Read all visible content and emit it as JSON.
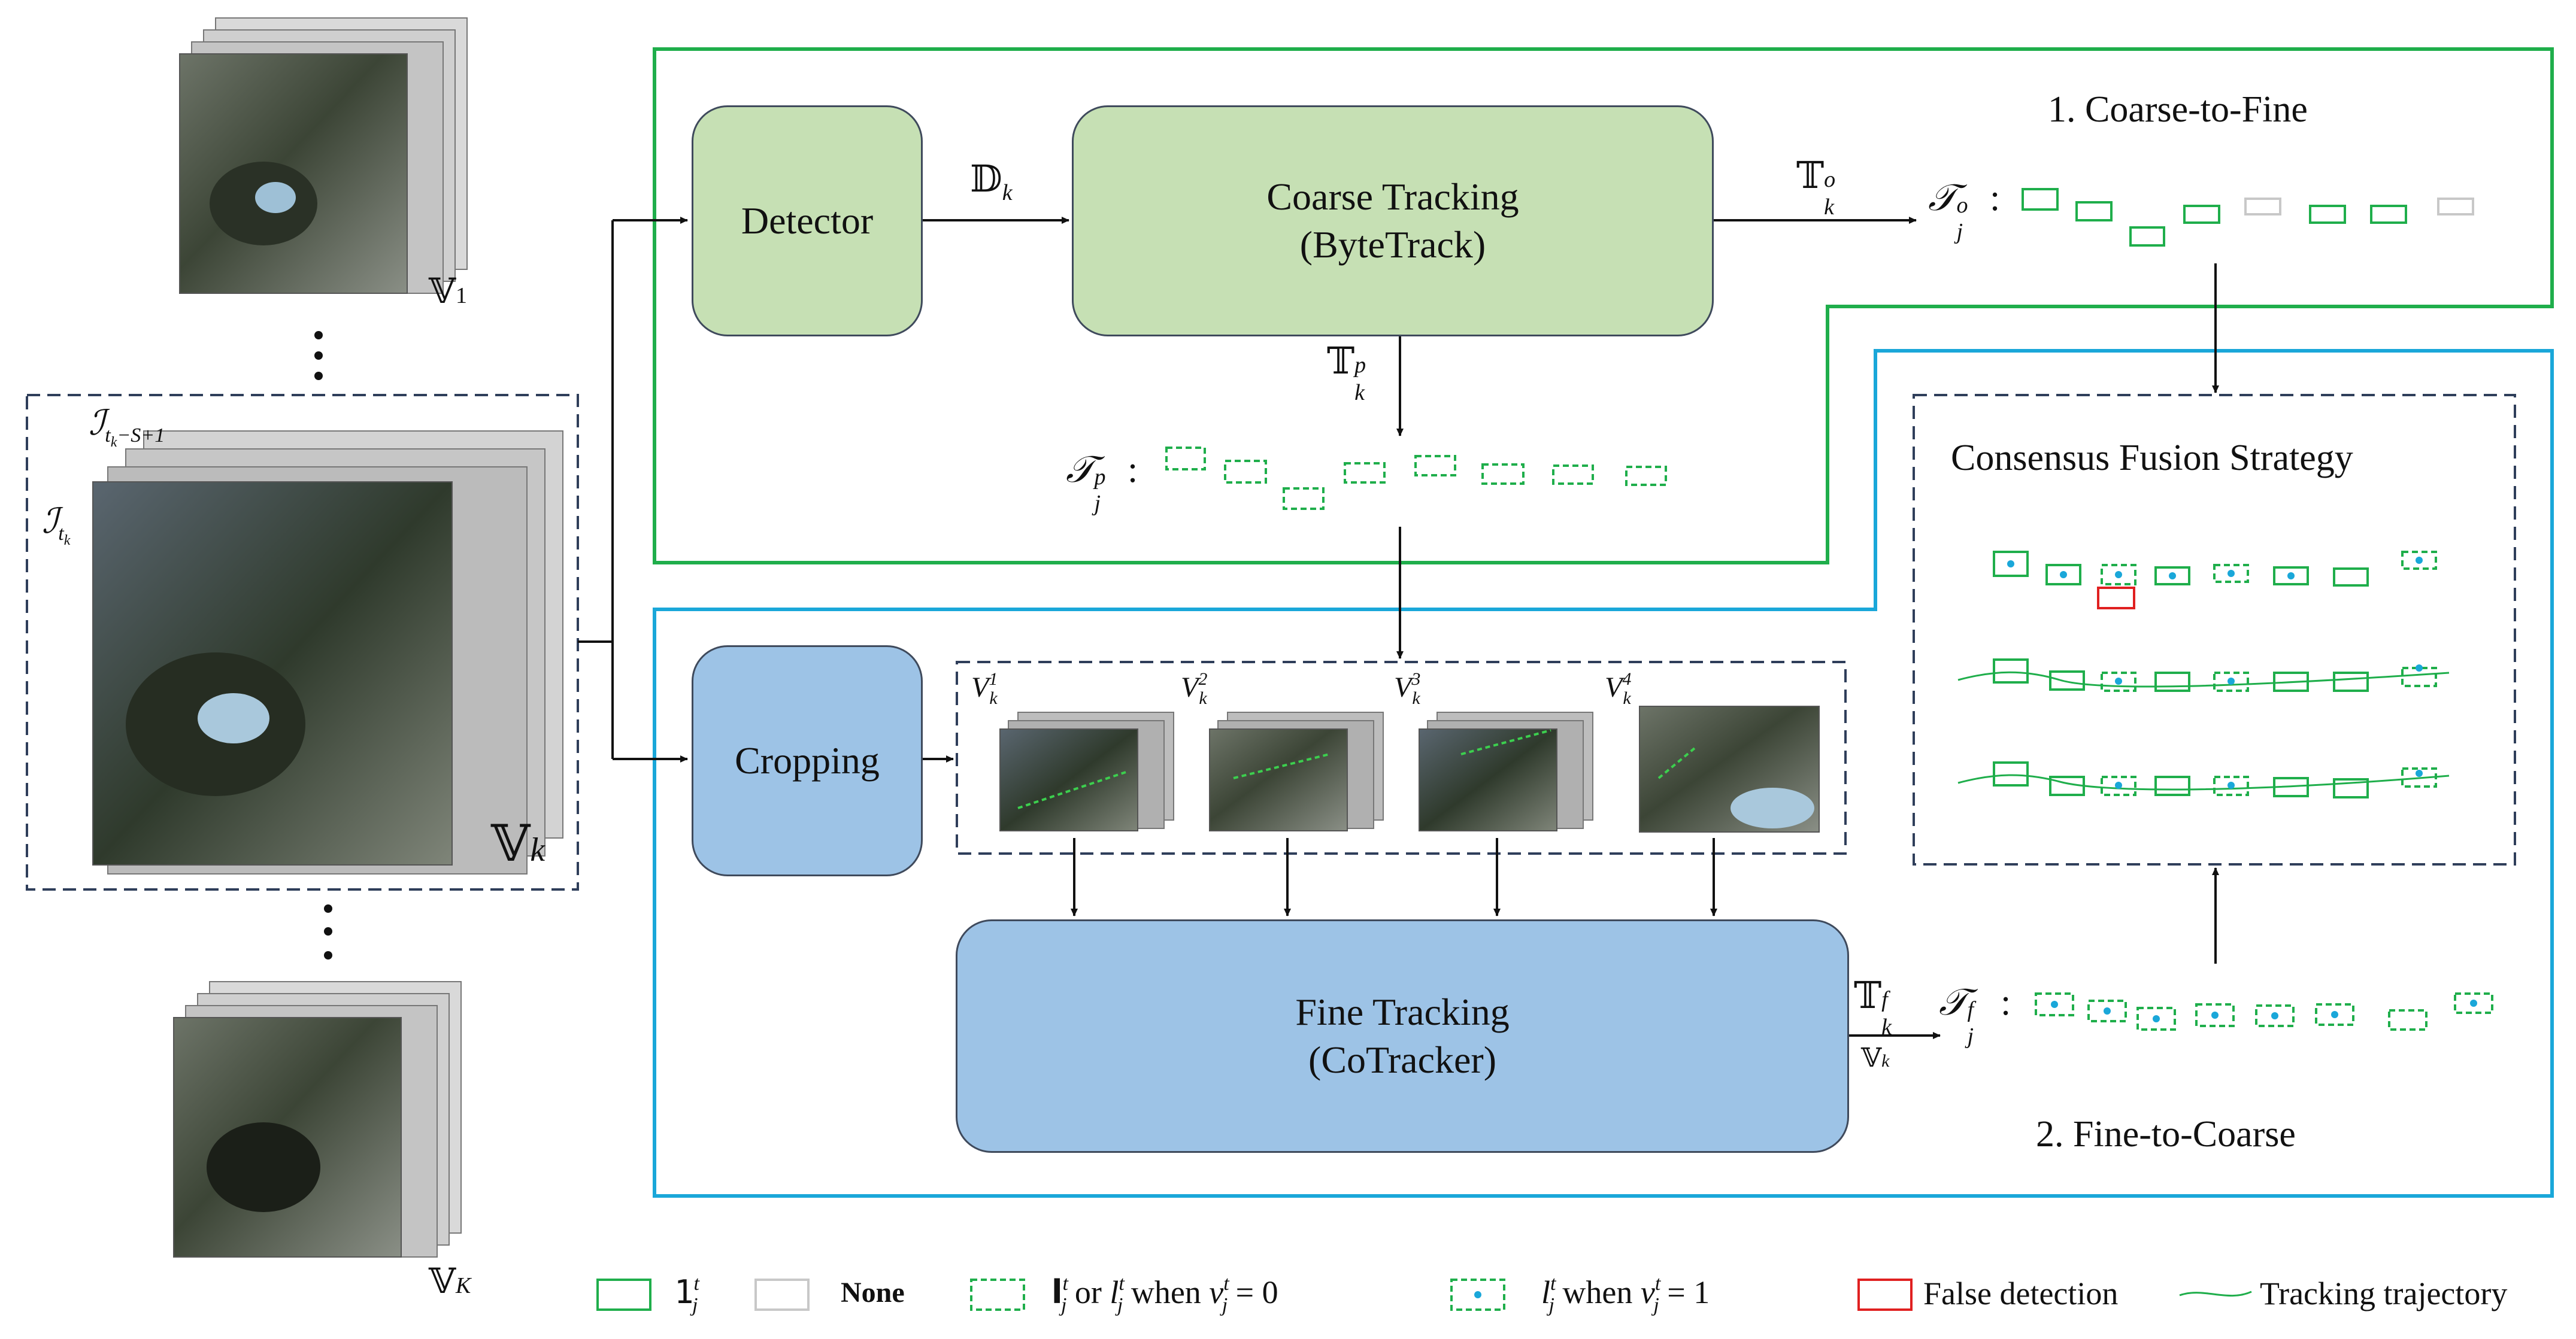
{
  "stages": {
    "coarse_to_fine": "1. Coarse-to-Fine",
    "fine_to_coarse": "2. Fine-to-Coarse"
  },
  "boxes": {
    "detector": "Detector",
    "coarse_tracking": [
      "Coarse Tracking",
      "(ByteTrack)"
    ],
    "cropping": "Cropping",
    "fine_tracking": [
      "Fine Tracking",
      "(CoTracker)"
    ],
    "consensus": "Consensus Fusion Strategy"
  },
  "math_labels": {
    "dk": "𝔻",
    "dk_sub": "k",
    "tko": "𝕋",
    "tko_sup": "o",
    "tko_sub": "k",
    "tkp": "𝕋",
    "tkp_sup": "p",
    "tkp_sub": "k",
    "tkf": "𝕋",
    "tkf_sup": "f",
    "tkf_sub": "k",
    "vk_small": "𝕍",
    "vk_small_sub": "k",
    "traj_o": "𝒯",
    "traj_o_sup": "o",
    "traj_o_sub": "j",
    "traj_p": "𝒯",
    "traj_p_sup": "p",
    "traj_p_sub": "j",
    "traj_f": "𝒯",
    "traj_f_sup": "f",
    "traj_f_sub": "j",
    "colon": ":"
  },
  "videos": {
    "v1": "𝕍",
    "v1_sub": "1",
    "vk": "𝕍",
    "vk_sub": "k",
    "vK": "𝕍",
    "vK_sub": "K",
    "frame_a": "ℐ",
    "frame_a_sub": "t",
    "frame_a_subsub": "k",
    "frame_a_rest": "−S+1",
    "frame_b": "ℐ",
    "frame_b_sub": "t",
    "frame_b_subsub": "k"
  },
  "crops": [
    {
      "label": "V",
      "sup": "1",
      "sub": "k"
    },
    {
      "label": "V",
      "sup": "2",
      "sub": "k"
    },
    {
      "label": "V",
      "sup": "3",
      "sub": "k"
    },
    {
      "label": "V",
      "sup": "4",
      "sub": "k"
    }
  ],
  "legend": {
    "item1_glyph": "𝟷",
    "item1_sup": "t",
    "item1_sub": "j",
    "none": "None",
    "item3_a": "l",
    "item3_or": "or",
    "item3_b": "l",
    "item3_sup": "t",
    "item3_sub": "j",
    "item3_when": "when",
    "item3_v": "v",
    "item3_eq": "= 0",
    "item4_when": "when",
    "item4_eq": "= 1",
    "false_detection": "False detection",
    "tracking_trajectory": "Tracking trajectory"
  },
  "colors": {
    "green": "#1fae4b",
    "blue": "#1aa7d9",
    "gray": "#c8c8c8",
    "red": "#e02020",
    "navy": "#2f3e5a",
    "green_fill": "#c6e0b4",
    "blue_fill": "#9dc3e6"
  }
}
